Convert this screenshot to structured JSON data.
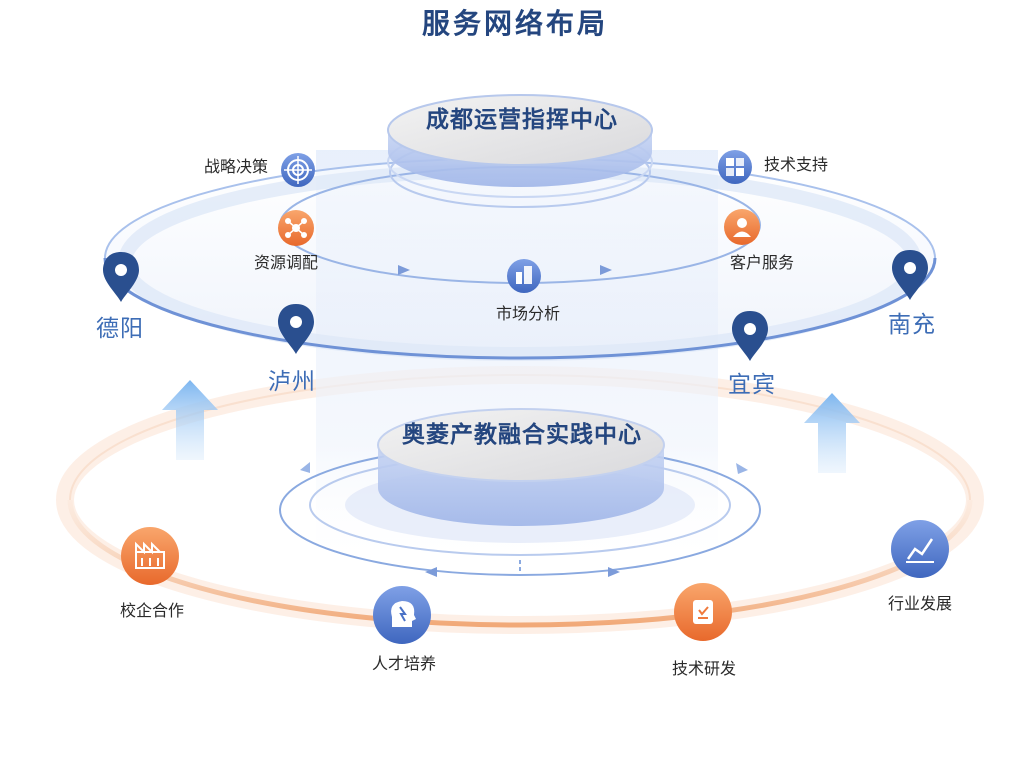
{
  "page_title": "服务网络布局",
  "top_center": {
    "title": "成都运营指挥中心",
    "functions": [
      "战略决策",
      "技术支持",
      "资源调配",
      "客户服务",
      "市场分析"
    ]
  },
  "cities": [
    "德阳",
    "泸州",
    "宜宾",
    "南充"
  ],
  "bottom_center": {
    "title": "奥菱产教融合实践中心",
    "functions": [
      "校企合作",
      "人才培养",
      "技术研发",
      "行业发展"
    ]
  },
  "colors": {
    "title_navy": "#24467f",
    "city_blue": "#3d6db6",
    "pin_navy": "#2a4f8f",
    "icon_blue": "#4a72c6",
    "icon_orange": "#ef7a3c",
    "ring_blue": "#8fb0e4",
    "ring_orange": "#f3b489"
  },
  "icons": {
    "strategy": "target-icon",
    "tech_support": "cube-icon",
    "resource": "network-icon",
    "customer": "user-icon",
    "market": "building-icon",
    "school": "factory-icon",
    "talent": "brain-head-icon",
    "rnd": "badge-icon",
    "industry": "trend-chart-icon",
    "location": "location-pin-icon",
    "arrow_up": "arrow-up-icon"
  }
}
